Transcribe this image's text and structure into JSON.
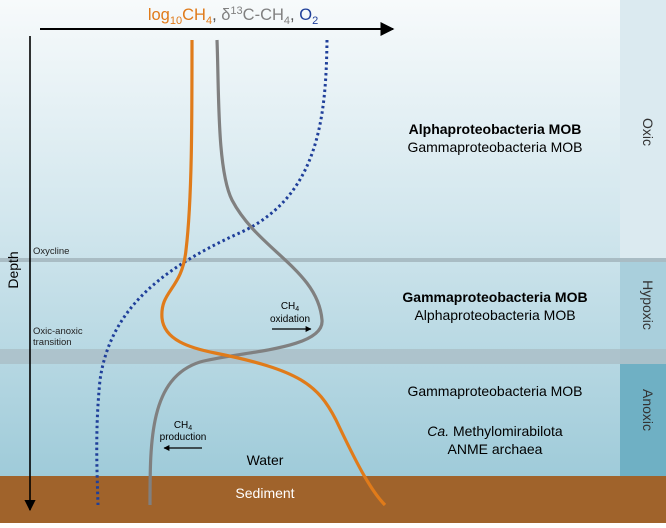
{
  "top_axis": {
    "label_ch4_prefix": "log",
    "label_ch4_sub": "10",
    "label_ch4_main": "CH",
    "label_ch4_subscript": "4",
    "comma1": ", ",
    "label_delta_prefix": "δ",
    "label_delta_sup": "13",
    "label_delta_main": "C-CH",
    "label_delta_sub": "4",
    "comma2": ", ",
    "label_o2_main": "O",
    "label_o2_sub": "2"
  },
  "depth_axis": {
    "label": "Depth"
  },
  "boundaries": {
    "oxycline": "Oxycline",
    "oxic_anoxic_line1": "Oxic-anoxic",
    "oxic_anoxic_line2": "transition"
  },
  "zones": {
    "oxic": "Oxic",
    "hypoxic": "Hypoxic",
    "anoxic": "Anoxic"
  },
  "communities": {
    "oxic_primary": "Alphaproteobacteria MOB",
    "oxic_secondary": "Gammaproteobacteria MOB",
    "hypoxic_primary": "Gammaproteobacteria MOB",
    "hypoxic_secondary": "Alphaproteobacteria MOB",
    "anoxic_line1": "Gammaproteobacteria MOB",
    "anoxic_line2_italic": "Ca.",
    "anoxic_line2_rest": " Methylomirabilota",
    "anoxic_line3": "ANME archaea"
  },
  "annotations": {
    "oxidation_ch": "CH",
    "oxidation_sub": "4",
    "oxidation_word": "oxidation",
    "production_ch": "CH",
    "production_sub": "4",
    "production_word": "production"
  },
  "layers": {
    "water": "Water",
    "sediment": "Sediment"
  },
  "colors": {
    "ch4": "#e07b1a",
    "delta13c": "#808080",
    "o2": "#1f3f9a",
    "sediment": "#a0632b",
    "water_top": "#f4f8fa",
    "water_bottom": "#9ccbd9",
    "zone_bar_oxic": "#d6e8ef",
    "zone_bar_hypoxic": "#aad0dd",
    "zone_bar_anoxic": "#6fb0c4"
  }
}
